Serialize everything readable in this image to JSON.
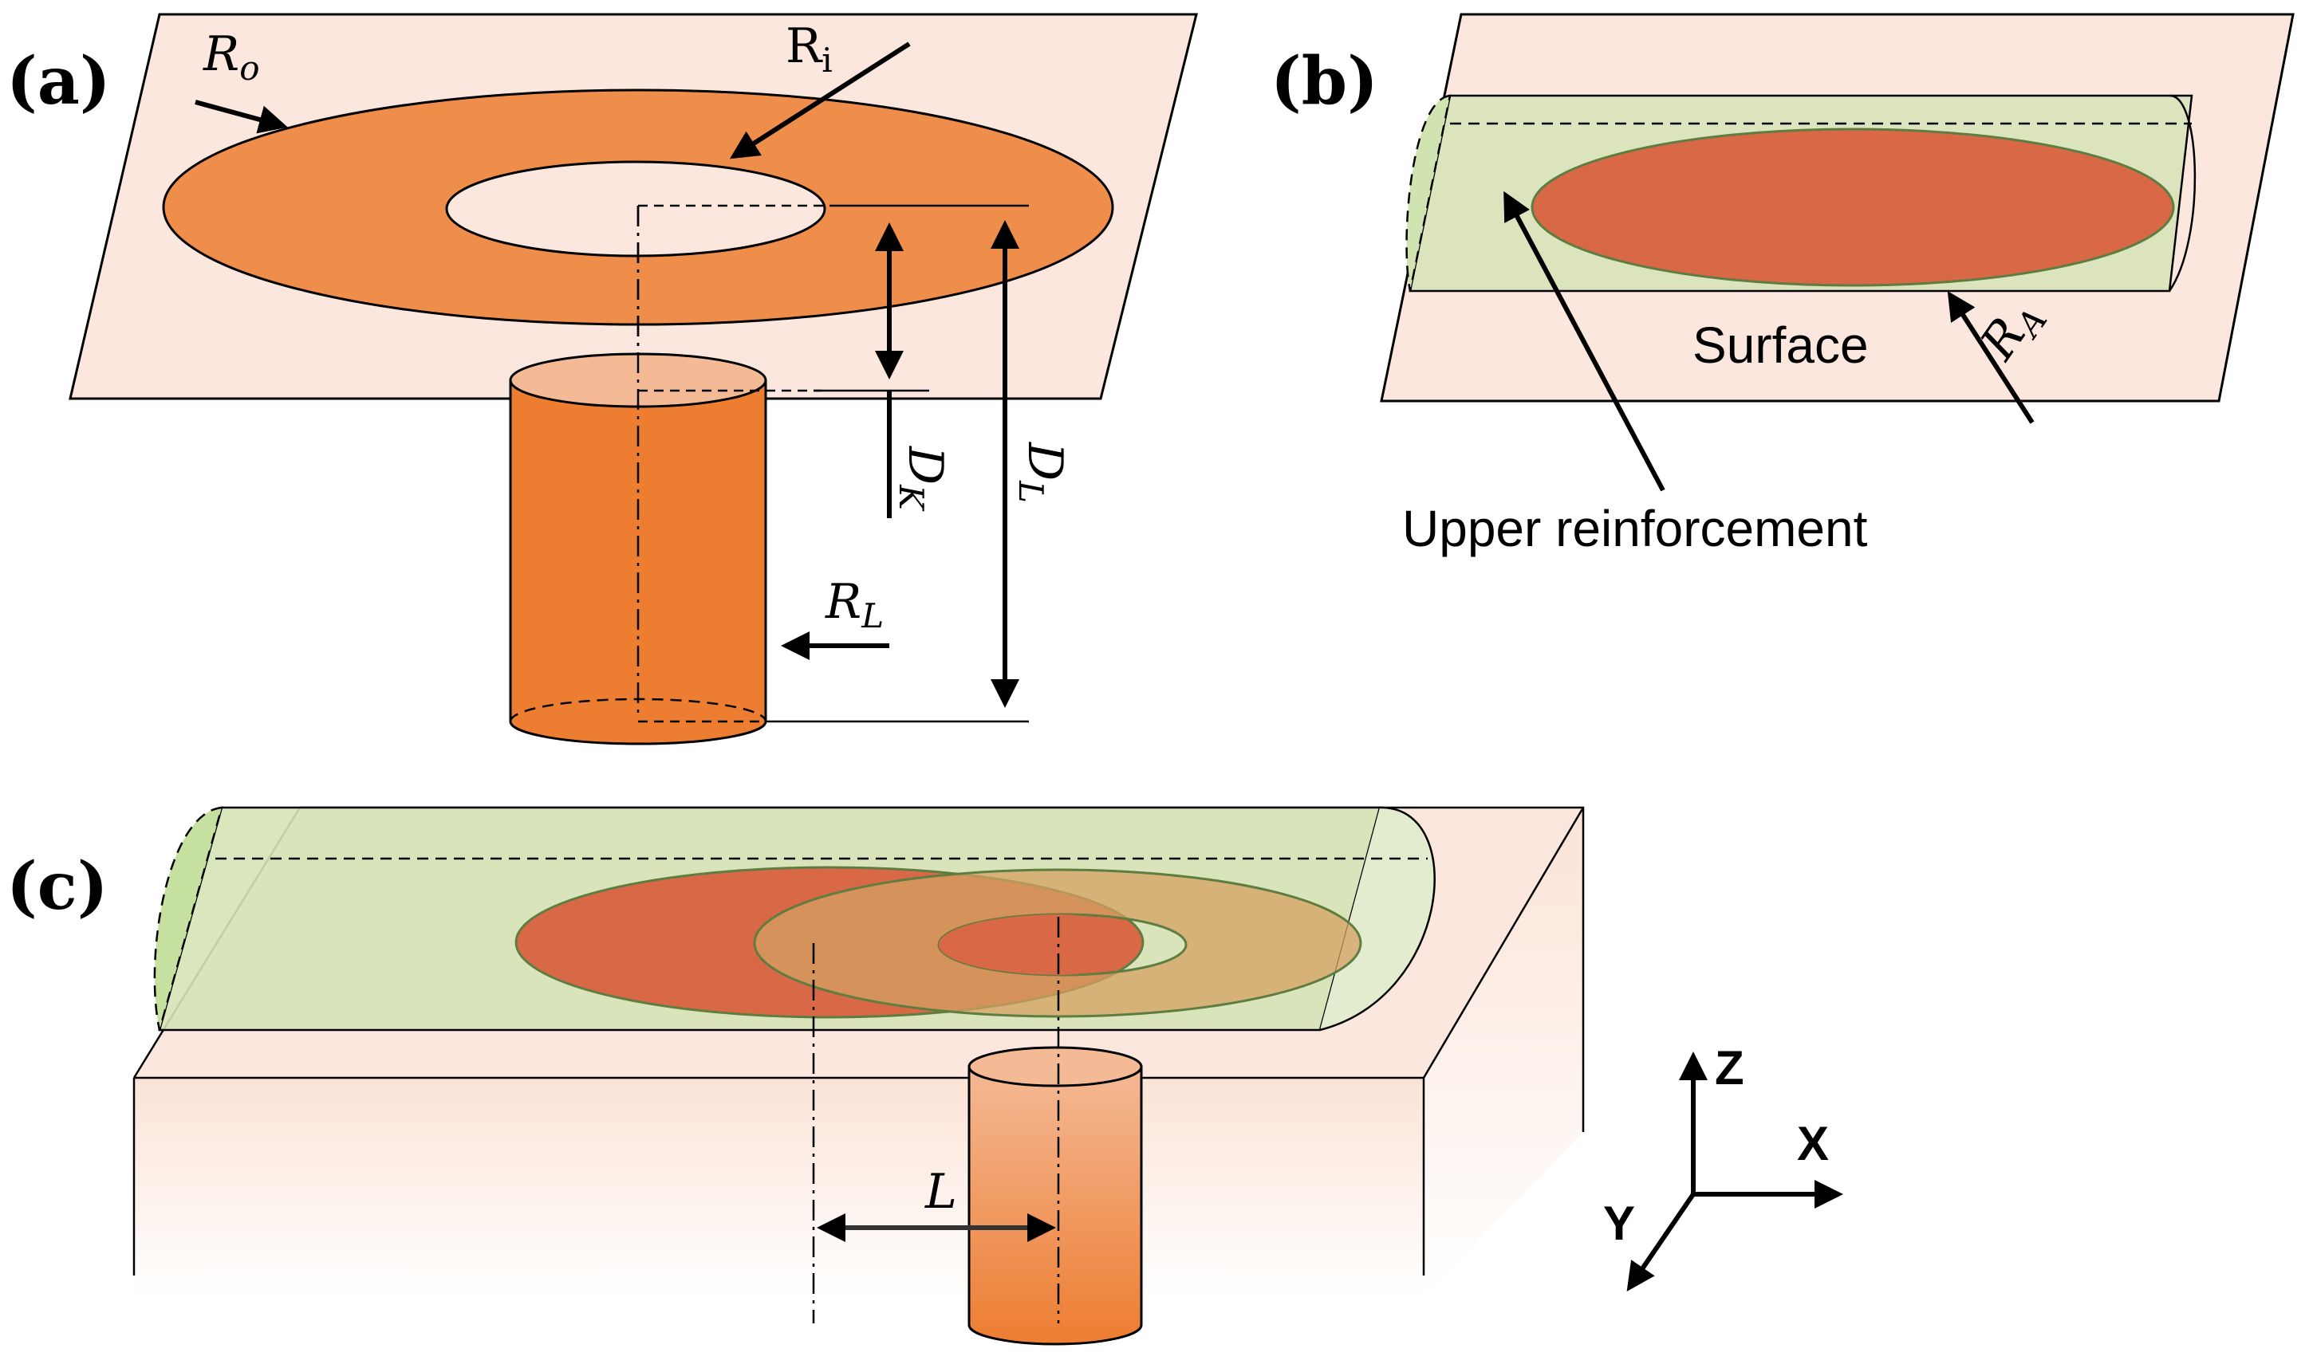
{
  "panels": {
    "a": {
      "label": "(a)",
      "outer_radius_symbol": "R",
      "outer_radius_sub": "o",
      "inner_radius_symbol": "R",
      "inner_radius_sub": "i",
      "depth_k_symbol": "D",
      "depth_k_sub": "K",
      "depth_l_symbol": "D",
      "depth_l_sub": "L",
      "laser_radius_symbol": "R",
      "laser_radius_sub": "L"
    },
    "b": {
      "label": "(b)",
      "surface_label": "Surface",
      "upper_label": "Upper reinforcement",
      "radius_symbol": "R",
      "radius_sub": "A"
    },
    "c": {
      "label": "(c)",
      "distance_symbol": "L"
    }
  },
  "axes": {
    "z": "Z",
    "x": "X",
    "y": "Y"
  },
  "colors": {
    "plane": "#fbe7dd",
    "ring": "#ef8e4b",
    "cylinder": "#ed7d31",
    "ellipse": "#d86846",
    "reinforcement": "#d6e3b7",
    "line": "#000000"
  }
}
